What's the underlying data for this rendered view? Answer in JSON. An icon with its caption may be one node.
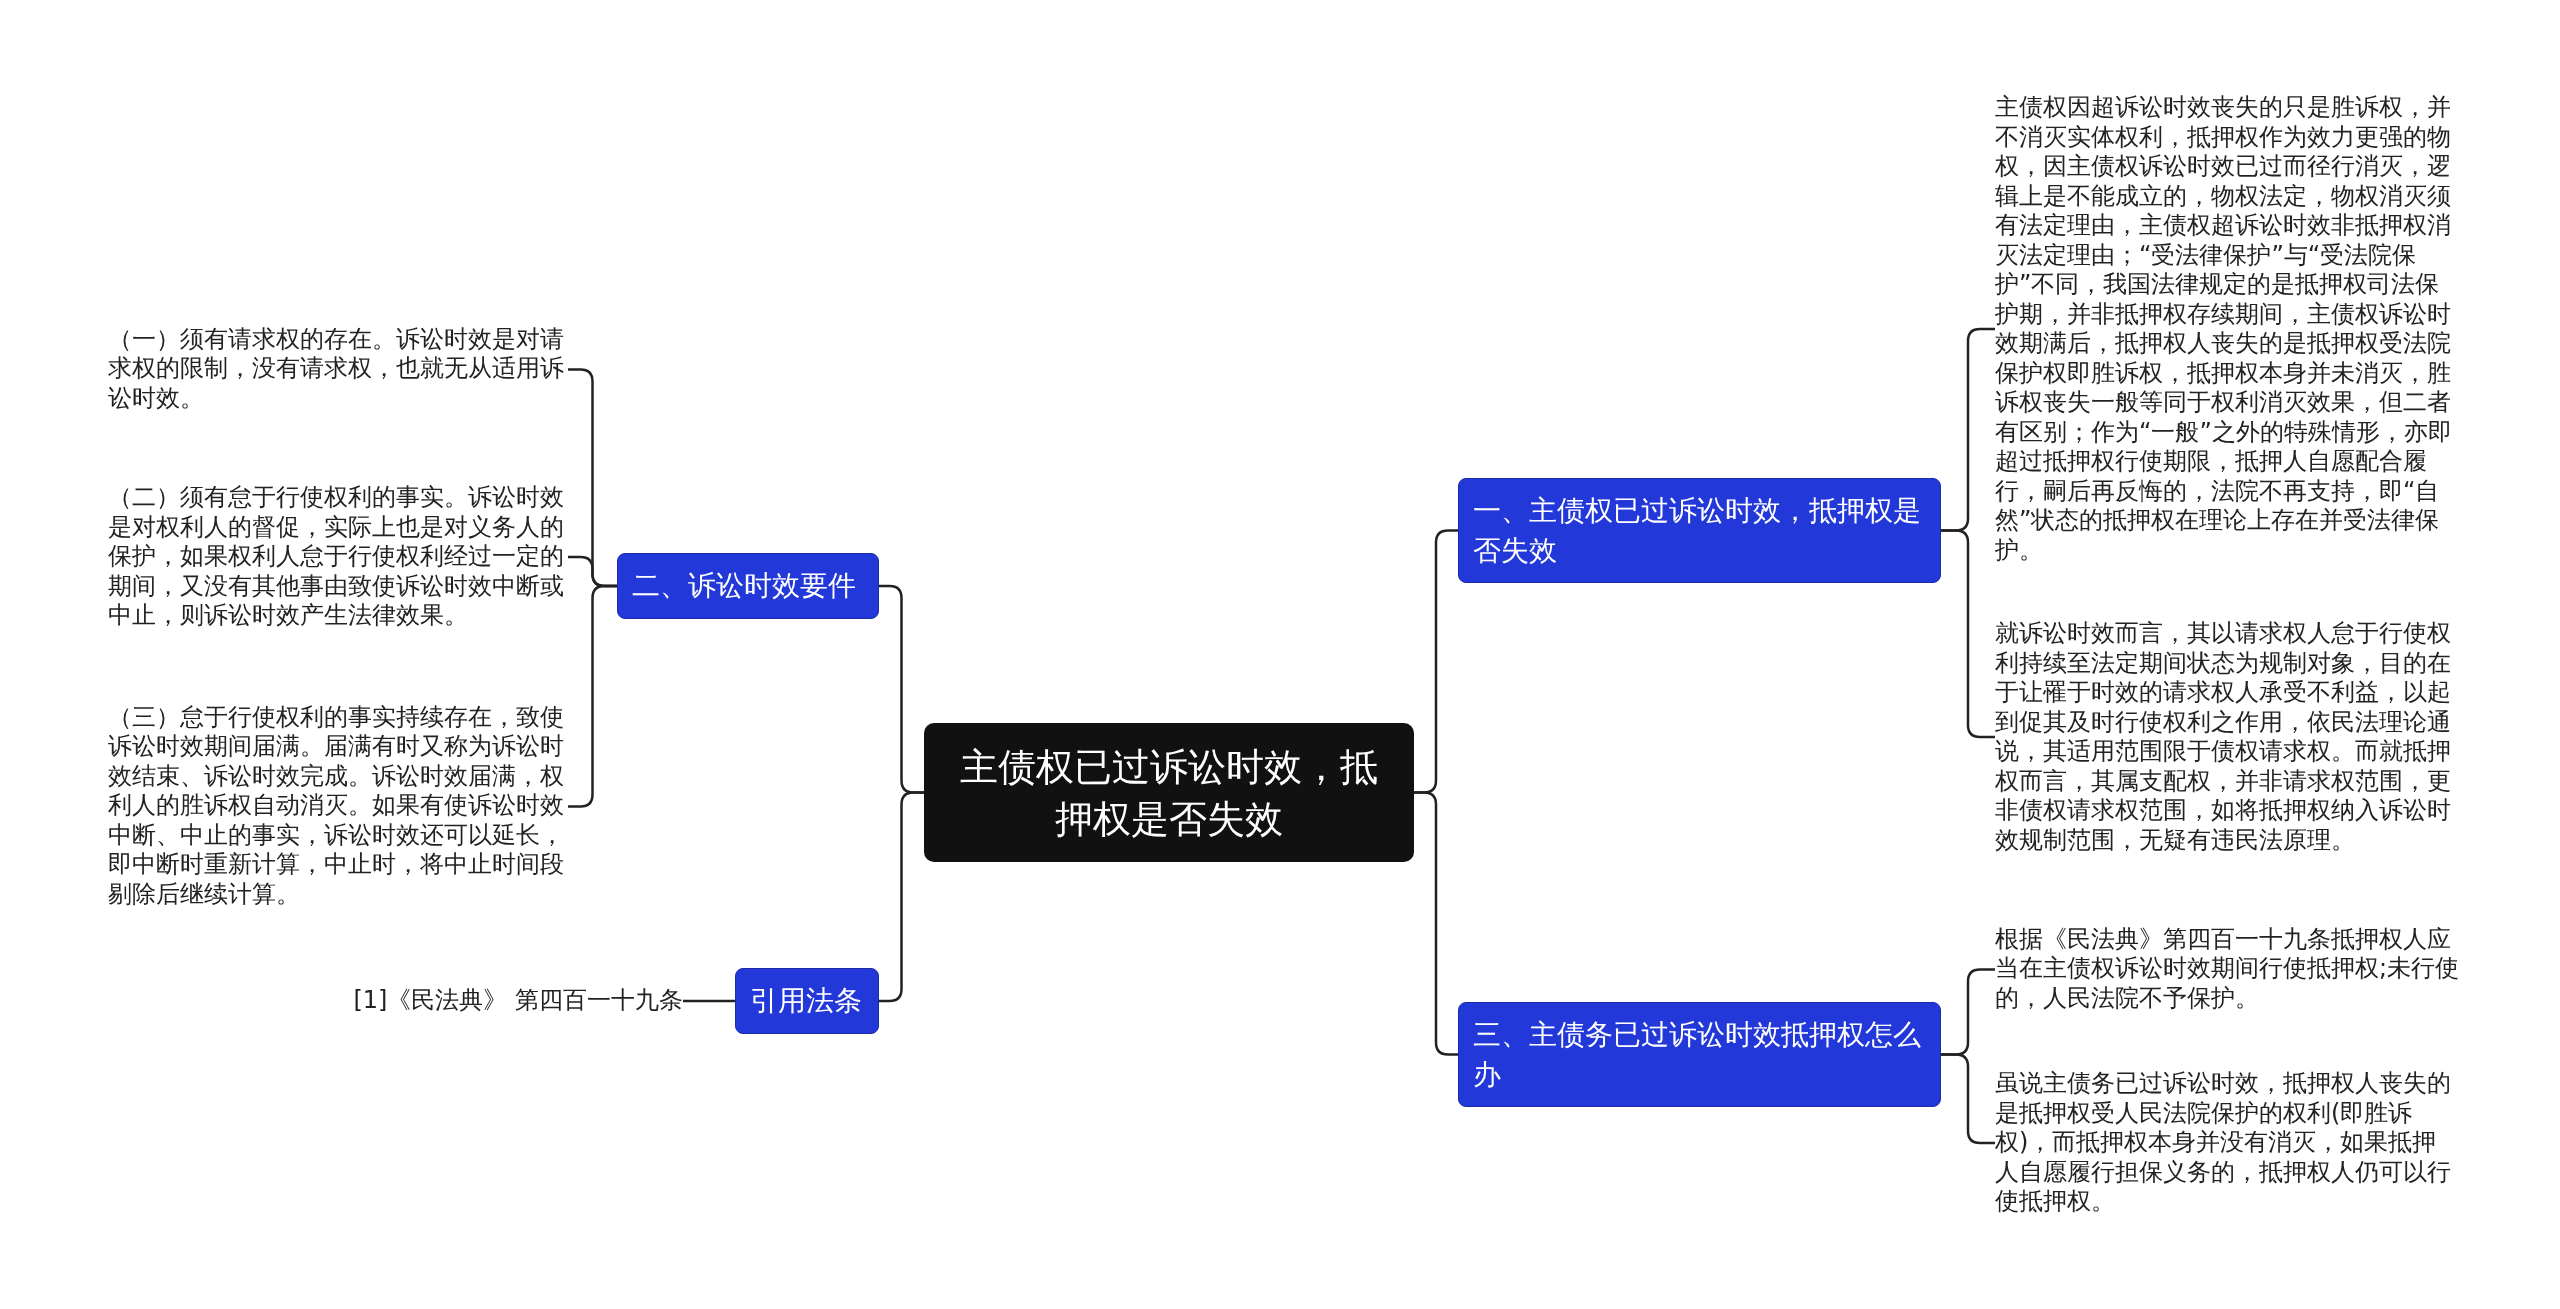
{
  "diagram": {
    "nodes": [
      {
        "text": [
          "主债权已过诉讼时效，抵押权是否失效"
        ]
      },
      {
        "text": [
          "二、诉讼时效要件"
        ]
      },
      {
        "text": [
          "（一）须有请求权的存在。诉讼时效是对请求权的限制，没有请求权，也就无从适用诉讼时效。"
        ]
      },
      {
        "text": [
          "（二）须有怠于行使权利的事实。诉讼时效是对权利人的督促，实际上也是对义务人的保护，如果权利人怠于行使权利经过一定的期间，又没有其他事由致使诉讼时效中断或中止，则诉讼时效产生法律效果。"
        ]
      },
      {
        "text": [
          "（三）怠于行使权利的事实持续存在，致使诉讼时效期间届满。届满有时又称为诉讼时效结束、诉讼时效完成。诉讼时效届满，权利人的胜诉权自动消灭。如果有使诉讼时效中断、中止的事实，诉讼时效还可以延长，即中断时重新计算，中止时，将中止时间段剔除后继续计算。"
        ]
      },
      {
        "text": [
          "引用法条"
        ]
      },
      {
        "text": [
          "[1]《民法典》 第四百一十九条"
        ]
      },
      {
        "text": [
          "一、主债权已过诉讼时效，抵押权是否失效"
        ]
      },
      {
        "text": [
          "主债权因超诉讼时效丧失的只是胜诉权，并不消灭实体权利，抵押权作为效力更强的物权，因主债权诉讼时效已过而径行消灭，逻辑上是不能成立的，物权法定，物权消灭须有法定理由，主债权超诉讼时效非抵押权消灭法定理由；“受法律保护”与“受法院保护”不同，我国法律规定的是抵押权司法保护期，并非抵押权存续期间，主债权诉讼时效期满后，抵押权人丧失的是抵押权受法院保护权即胜诉权，抵押权本身并未消灭，胜诉权丧失一般等同于权利消灭效果，但二者有区别；作为“一般”之外的特殊情形，亦即超过抵押权行使期限，抵押人自愿配合履行，嗣后再反悔的，法院不再支持，即“自然”状态的抵押权在理论上存在并受法律保护。"
        ]
      },
      {
        "text": [
          "就诉讼时效而言，其以请求权人怠于行使权利持续至法定期间状态为规制对象，目的在于让罹于时效的请求权人承受不利益，以起到促其及时行使权利之作用，依民法理论通说，其适用范围限于债权请求权。而就抵押权而言，其属支配权，并非请求权范围，更非债权请求权范围，如将抵押权纳入诉讼时效规制范围，无疑有违民法原理。"
        ]
      },
      {
        "text": [
          "三、主债务已过诉讼时效抵押权怎么办"
        ]
      },
      {
        "text": [
          "根据《民法典》第四百一十九条抵押权人应当在主债权诉讼时效期间行使抵押权;未行使的，人民法院不予保护。"
        ]
      },
      {
        "text": [
          "虽说主债务已过诉讼时效，抵押权人丧失的是抵押权受人民法院保护的权利(即胜诉权)，而抵押权本身并没有消灭，如果抵押人自愿履行担保义务的，抵押权人仍可以行使抵押权。"
        ]
      }
    ],
    "edges": [
      {
        "from": 0,
        "to": 1,
        "arrow": "none"
      },
      {
        "from": 1,
        "to": 2,
        "arrow": "none"
      },
      {
        "from": 1,
        "to": 3,
        "arrow": "none"
      },
      {
        "from": 1,
        "to": 4,
        "arrow": "none"
      },
      {
        "from": 0,
        "to": 5,
        "arrow": "none"
      },
      {
        "from": 5,
        "to": 6,
        "arrow": "none"
      },
      {
        "from": 0,
        "to": 7,
        "arrow": "none"
      },
      {
        "from": 7,
        "to": 8,
        "arrow": "none"
      },
      {
        "from": 7,
        "to": 9,
        "arrow": "none"
      },
      {
        "from": 0,
        "to": 10,
        "arrow": "none"
      },
      {
        "from": 10,
        "to": 11,
        "arrow": "none"
      },
      {
        "from": 10,
        "to": 12,
        "arrow": "none"
      }
    ]
  }
}
